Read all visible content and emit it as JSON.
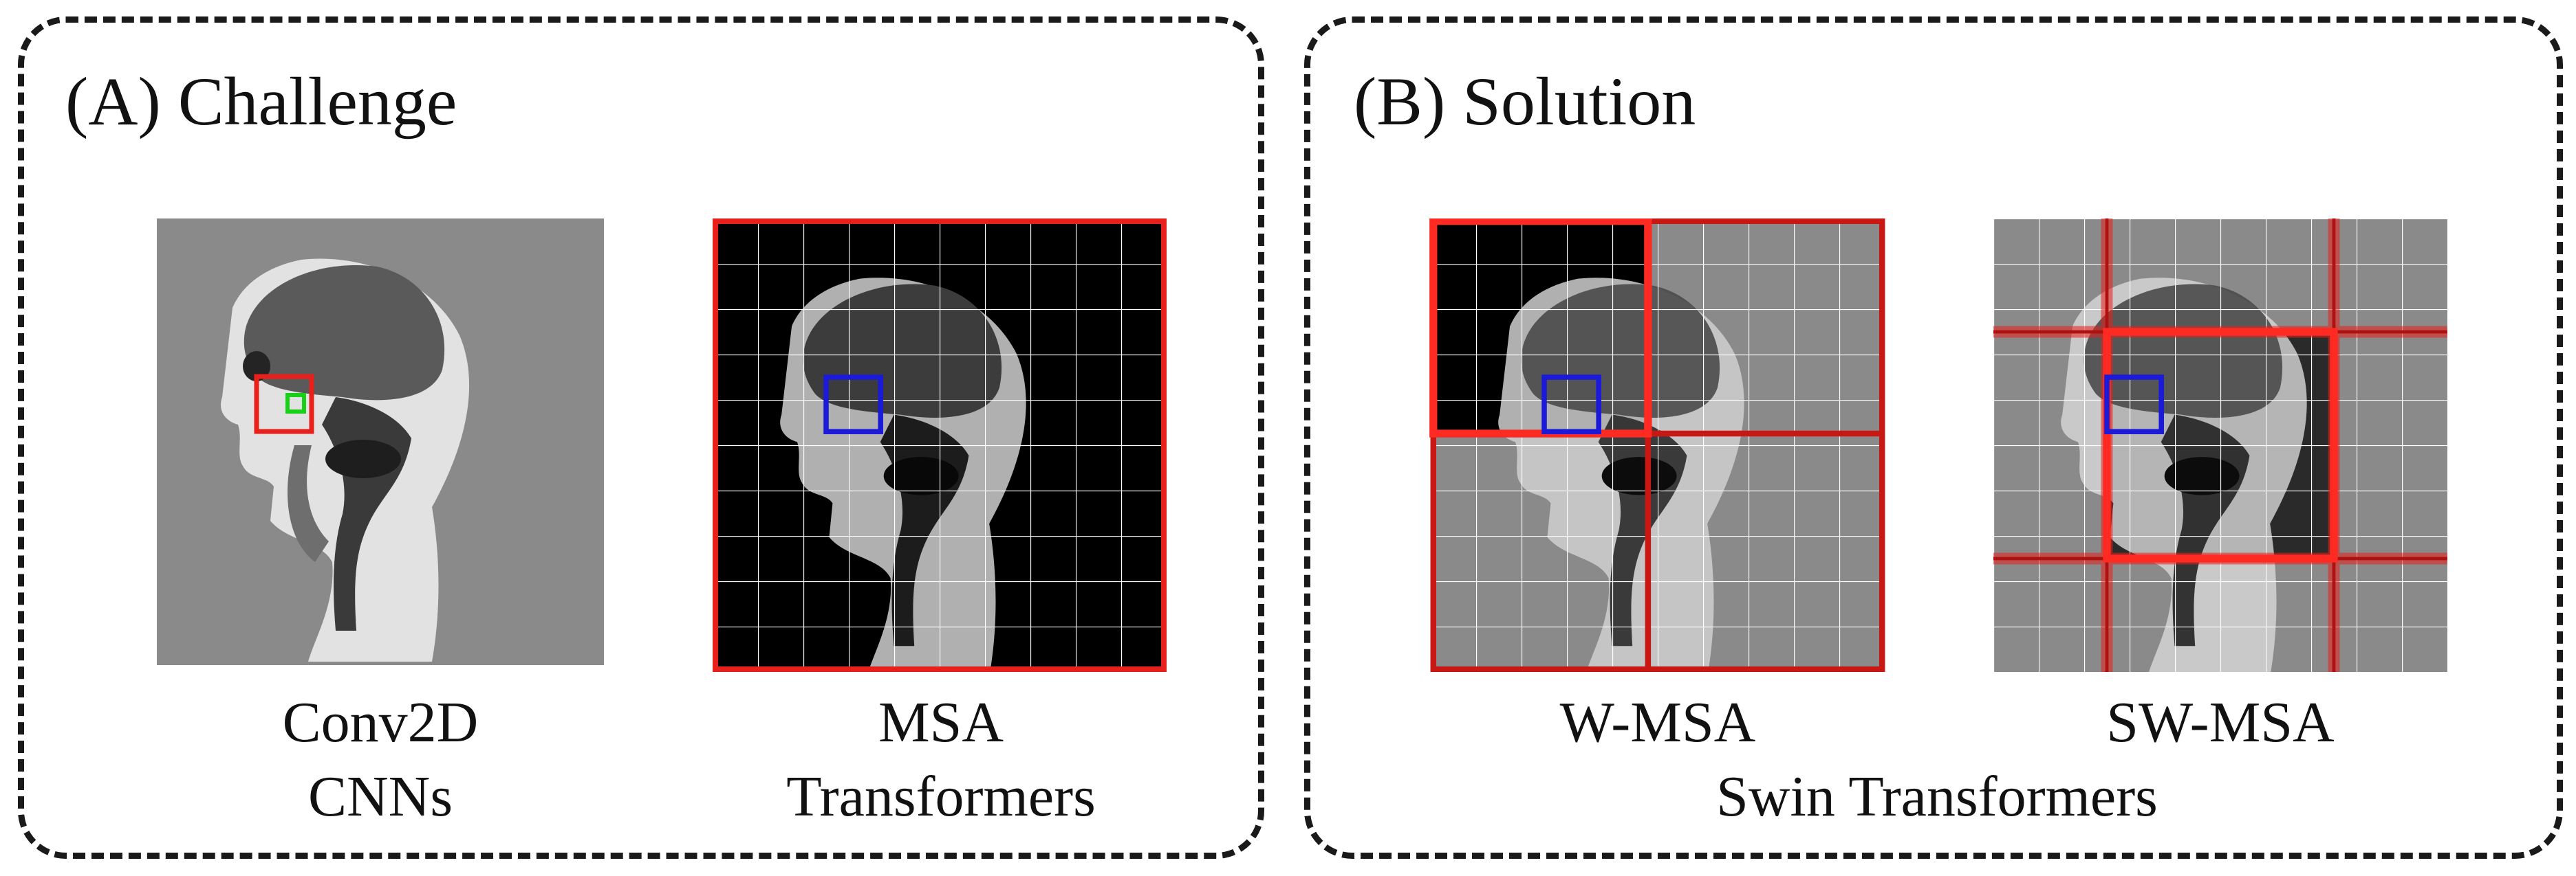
{
  "panel_a": {
    "title": "(A) Challenge",
    "figures": [
      {
        "caption_line1": "Conv2D",
        "caption_line2": "CNNs"
      },
      {
        "caption_line1": "MSA",
        "caption_line2": "Transformers"
      }
    ]
  },
  "panel_b": {
    "title": "(B) Solution",
    "figures": [
      {
        "caption_line1": "W-MSA"
      },
      {
        "caption_line1": "SW-MSA"
      }
    ],
    "group_caption": "Swin Transformers"
  },
  "colors": {
    "window_red": "#e8201c",
    "query_blue": "#1a1ad8",
    "kernel_green": "#18d018",
    "grid_white": "#ffffff",
    "background_gray": "#8a8a8a"
  }
}
